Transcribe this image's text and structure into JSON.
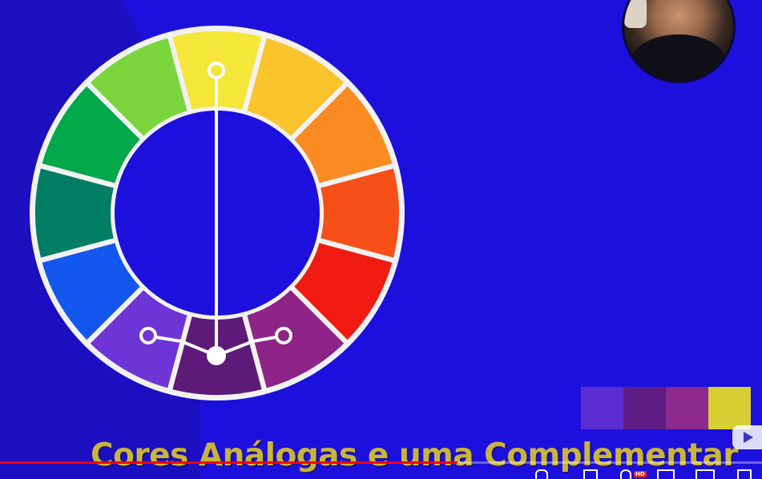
{
  "video": {
    "caption": "Cores Análogas e uma Complementar",
    "caption_color": "#c9b43c",
    "background_color": "#1d10dc",
    "progress_fraction": 0.6,
    "quality_badge": "HD"
  },
  "color_wheel": {
    "segments": [
      {
        "name": "yellow",
        "color": "#f5e63a"
      },
      {
        "name": "yellow-orange",
        "color": "#fbc32c"
      },
      {
        "name": "orange",
        "color": "#fa8a22"
      },
      {
        "name": "red-orange",
        "color": "#f64f17"
      },
      {
        "name": "red",
        "color": "#f01b10"
      },
      {
        "name": "red-violet",
        "color": "#8e2388"
      },
      {
        "name": "violet",
        "color": "#5d1a78"
      },
      {
        "name": "blue-violet",
        "color": "#6d34d6"
      },
      {
        "name": "blue",
        "color": "#1457ef"
      },
      {
        "name": "blue-green",
        "color": "#017d63"
      },
      {
        "name": "green",
        "color": "#03a84a"
      },
      {
        "name": "yellow-green",
        "color": "#7ad63c"
      }
    ],
    "ring_border_color": "#f2f2f2",
    "pointer_color": "#ffffff"
  },
  "palette": {
    "swatches": [
      "#5a2ed0",
      "#5e1c85",
      "#8c2a8e",
      "#d7cf33"
    ]
  }
}
